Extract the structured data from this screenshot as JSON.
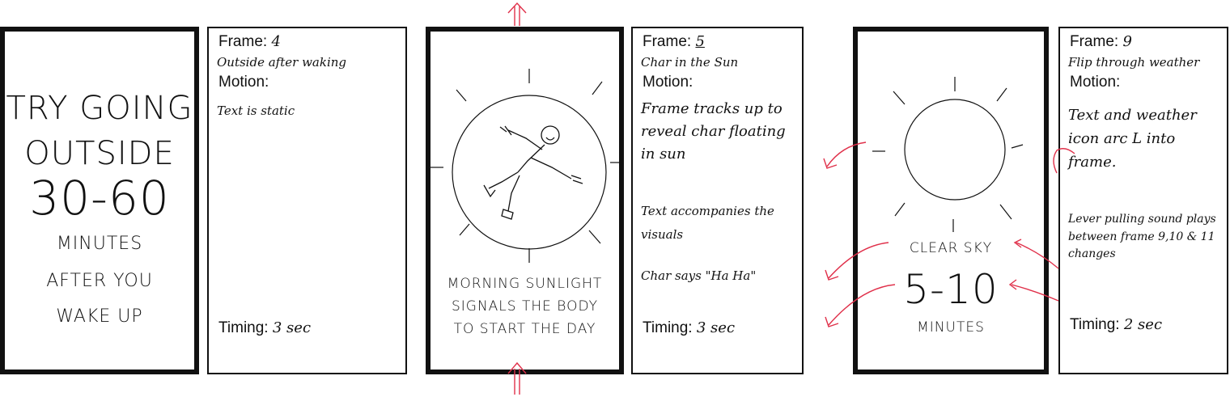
{
  "panel1": {
    "screen_lines": [
      "TRY GOING",
      "OUTSIDE",
      "30-60",
      "MINUTES",
      "AFTER YOU",
      "WAKE UP"
    ],
    "frame_label": "Frame:",
    "frame_value": "4",
    "frame_desc": "Outside after waking",
    "motion_label": "Motion:",
    "motion_text": "Text is static",
    "timing_label": "Timing:",
    "timing_value": "3 sec"
  },
  "panel2": {
    "screen_lines": [
      "MORNING SUNLIGHT",
      "SIGNALS THE BODY",
      "TO START THE DAY"
    ],
    "frame_label": "Frame:",
    "frame_value": "5",
    "frame_desc": "Char in the Sun",
    "motion_label": "Motion:",
    "motion_text_1": "Frame tracks up to reveal char floating in sun",
    "motion_text_2": "Text accompanies the visuals",
    "motion_text_3": "Char says \"Ha Ha\"",
    "timing_label": "Timing:",
    "timing_value": "3 sec"
  },
  "panel3": {
    "screen_lines": [
      "CLEAR SKY",
      "5-10",
      "MINUTES"
    ],
    "frame_label": "Frame:",
    "frame_value": "9",
    "frame_desc": "Flip through weather",
    "motion_label": "Motion:",
    "motion_text_1": "Text and weather icon arc L into frame.",
    "motion_text_2": "Lever pulling sound plays between frame 9,10 & 11 changes",
    "timing_label": "Timing:",
    "timing_value": "2 sec"
  },
  "colors": {
    "ink": "#111111",
    "arrow": "#e0304a"
  }
}
